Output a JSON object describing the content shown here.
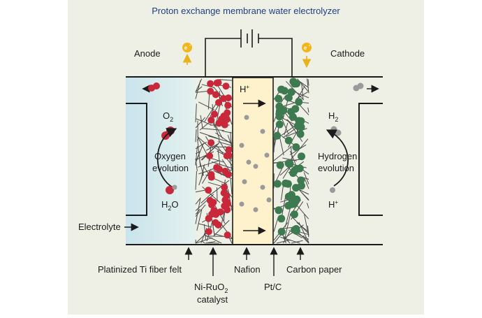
{
  "title": "Proton exchange membrane water electrolyzer",
  "labels": {
    "anode": "Anode",
    "cathode": "Cathode",
    "electron_symbol": "e",
    "electron_charge": "-",
    "proton_symbol": "H",
    "proton_charge": "+",
    "o2_symbol": "O",
    "o2_subscript": "2",
    "h2_symbol": "H",
    "h2_subscript": "2",
    "h2o_symbol_h": "H",
    "h2o_subscript": "2",
    "h2o_symbol_o": "O",
    "hplus_symbol": "H",
    "hplus_charge": "+",
    "oxygen_evolution_1": "Oxygen",
    "oxygen_evolution_2": "evolution",
    "hydrogen_evolution_1": "Hydrogen",
    "hydrogen_evolution_2": "evolution",
    "electrolyte": "Electrolyte",
    "platinized_felt": "Platinized Ti fiber felt",
    "catalyst_1_prefix": "Ni-RuO",
    "catalyst_1_sub": "2",
    "catalyst_2": "catalyst",
    "nafion": "Nafion",
    "ptc": "Pt/C",
    "carbon_paper": "Carbon paper"
  },
  "colors": {
    "background": "#eef0e6",
    "anode_fill": "#cfe6ec",
    "nafion_fill": "#fdf2cc",
    "red_particle": "#c8283a",
    "green_particle": "#3d7a4f",
    "gray_particle": "#9a9a9a",
    "electron_badge": "#f2b51a",
    "title_color": "#1d3f80"
  }
}
